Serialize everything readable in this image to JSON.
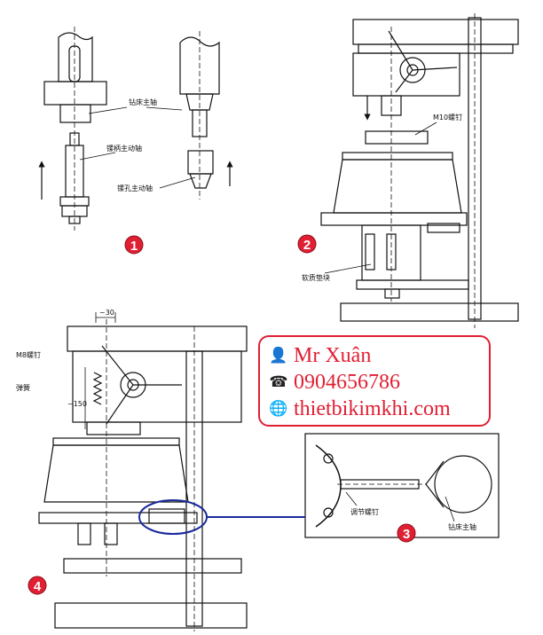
{
  "figure1": {
    "badge": "1",
    "label_drill_spindle": "钻床主轴",
    "label_tap_spindle": "镙柄主动轴",
    "label_chuck_spindle": "镙孔主动轴"
  },
  "figure2": {
    "badge": "2",
    "label_m10_screw": "M10螺钉",
    "label_soft_pad": "软质垫块"
  },
  "figure3": {
    "badge": "3",
    "label_adjust_screw": "调节螺钉",
    "label_drill_spindle": "钻床主轴"
  },
  "figure4": {
    "badge": "4",
    "label_m8_screw": "M8螺钉",
    "label_spring": "弹簧",
    "dim_30": "~30",
    "dim_150": "~150"
  },
  "contact": {
    "name": "Mr Xuân",
    "phone": "0904656786",
    "website": "thietbikimkhi.com"
  },
  "colors": {
    "badge_red": "#e01f33",
    "contact_red": "#e01f33",
    "callout_blue": "#1a2a9a"
  }
}
